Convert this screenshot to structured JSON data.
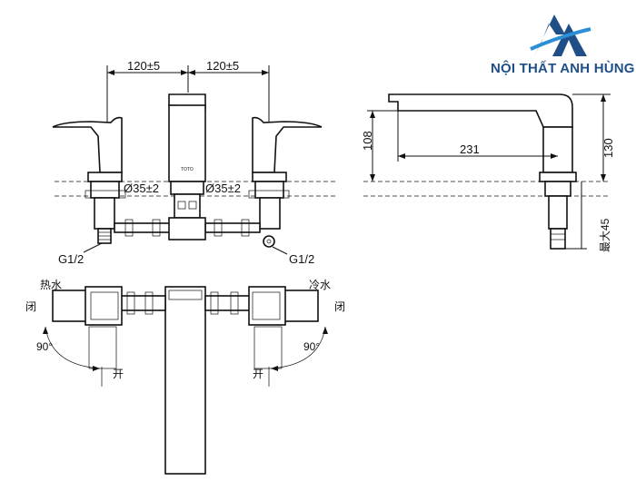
{
  "brand": {
    "name": "NỘI THẤT ANH HÙNG",
    "primary_color": "#1f4f86",
    "accent_color": "#2c8fd6"
  },
  "front_view": {
    "dim_left": "120±5",
    "dim_right": "120±5",
    "dia_left": "Ø35±2",
    "dia_right": "Ø35±2",
    "thread_left": "G1/2",
    "thread_right": "G1/2"
  },
  "side_view": {
    "height_spout": "108",
    "reach": "231",
    "total_height": "130",
    "max_depth": "最大45"
  },
  "top_view": {
    "hot_label": "热水",
    "cold_label": "冷水",
    "close_left": "闭",
    "close_right": "闭",
    "open_left": "开",
    "open_right": "开",
    "angle_left": "90°",
    "angle_right": "90°"
  }
}
